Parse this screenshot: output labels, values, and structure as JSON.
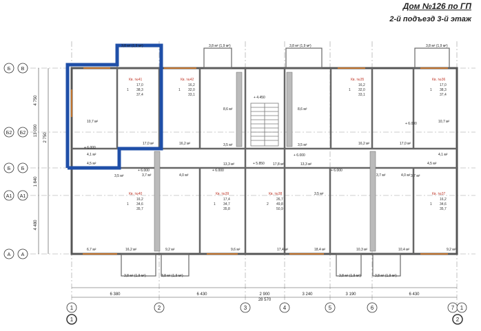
{
  "header": {
    "house": "Дом №126 по ГП",
    "floor": "2-й подъезд 3-й этаж"
  },
  "axes_left": [
    "Б",
    "Б2",
    "Б",
    "А1",
    "А"
  ],
  "axes_left_outer": [
    "В",
    "Б2",
    "Б",
    "А1",
    "А"
  ],
  "axes_bottom": [
    "1",
    "2",
    "3",
    "4",
    "5",
    "6",
    "7"
  ],
  "axes_bottom_circled": [
    "1",
    "2"
  ],
  "dims_vertical": [
    "4 750",
    "2 750",
    "13 090",
    "1 840",
    "4 480"
  ],
  "dims_bottom": [
    "6 380",
    "6 430",
    "2 900",
    "3 240",
    "3 190",
    "6 430"
  ],
  "dims_total": "28 570",
  "apartments": [
    {
      "name": "Кв. №41",
      "rooms": "1",
      "a": "17,0",
      "b": "38,3",
      "c": "37,4"
    },
    {
      "name": "Кв. №42",
      "rooms": "1",
      "a": "16,2",
      "b": "32,0",
      "c": "33,1"
    },
    {
      "name": "Кв. №35",
      "rooms": "1",
      "a": "16,2",
      "b": "32,0",
      "c": "33,1"
    },
    {
      "name": "Кв. №36",
      "rooms": "1",
      "a": "17,0",
      "b": "38,3",
      "c": "37,4"
    },
    {
      "name": "Кв. №40",
      "rooms": "1",
      "a": "16,2",
      "b": "34,6",
      "c": "35,7"
    },
    {
      "name": "Кв. №39",
      "rooms": "1",
      "a": "17,4",
      "b": "34,7",
      "c": "35,8"
    },
    {
      "name": "Кв. №38",
      "rooms": "2",
      "a": "26,7",
      "b": "49,8",
      "c": "50,9"
    },
    {
      "name": "Кв. №37",
      "rooms": "1",
      "a": "16,2",
      "b": "34,6",
      "c": "35,7"
    }
  ],
  "balconies": [
    "3,8 м² (1,9 м²)",
    "3,8 м² (1,9 м²)",
    "3,8 м² (1,9 м²)",
    "3,8 м² (1,9 м²)",
    "3,8 м² (1,9 м²)",
    "3,8 м² (1,9 м²)",
    "3,8 м² (1,9 м²)",
    "3,8 м² (1,9 м²)"
  ],
  "areas": [
    "10,7 м²",
    "4,1 м²",
    "8,6 м²",
    "8,6 м²",
    "3,5 м²",
    "3,5 м²",
    "17,0 м²",
    "16,2 м²",
    "16,2 м²",
    "17,0 м²",
    "10,7 м²",
    "4,1 м²",
    "4,5 м²",
    "4,5 м²",
    "13,3 м²",
    "17,8 м²",
    "13,3 м²",
    "3,5 м²",
    "3,7 м²",
    "4,0 м²",
    "3,7 м²",
    "4,0 м²",
    "3,7 м²",
    "3,5 м²",
    "6,7 м²",
    "16,2 м²",
    "9,2 м²",
    "9,6 м²",
    "17,4 м²",
    "18,4 м²",
    "10,3 м²",
    "10,4 м²",
    "9,2 м²",
    "16,2 м²"
  ],
  "levels": [
    "+ 6.000",
    "+ 6.000",
    "+ 4.450",
    "+ 5.850",
    "+ 6.000",
    "+ 6.000",
    "+ 6.000",
    "+ 6.000"
  ]
}
